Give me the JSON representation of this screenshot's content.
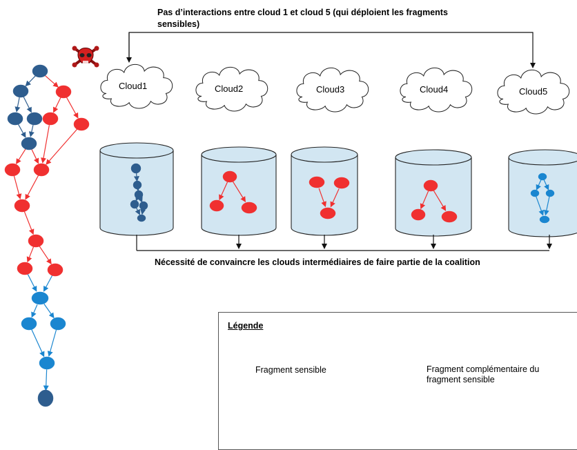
{
  "top_note": "Pas d’interactions entre cloud 1 et cloud 5 (qui déploient les fragments sensibles)",
  "bottom_note": "Nécessité de convaincre les clouds intermédiaires de faire partie de la coalition",
  "clouds": [
    {
      "label": "Cloud1"
    },
    {
      "label": "Cloud2"
    },
    {
      "label": "Cloud3"
    },
    {
      "label": "Cloud4"
    },
    {
      "label": "Cloud5"
    }
  ],
  "legend": {
    "title": "Légende",
    "sensitive_label": "Fragment sensible",
    "complementary_label": "Fragment complémentaire du\nfragment sensible"
  },
  "colors": {
    "sensitive": "#2e5d8e",
    "red": "#f03030",
    "complementary": "#1a86d0",
    "barrel_fill": "#d2e6f2",
    "barrel_stroke": "#222222",
    "cloud_stroke": "#222222"
  },
  "icons": {
    "attacker": "skull-crossbones-icon"
  }
}
